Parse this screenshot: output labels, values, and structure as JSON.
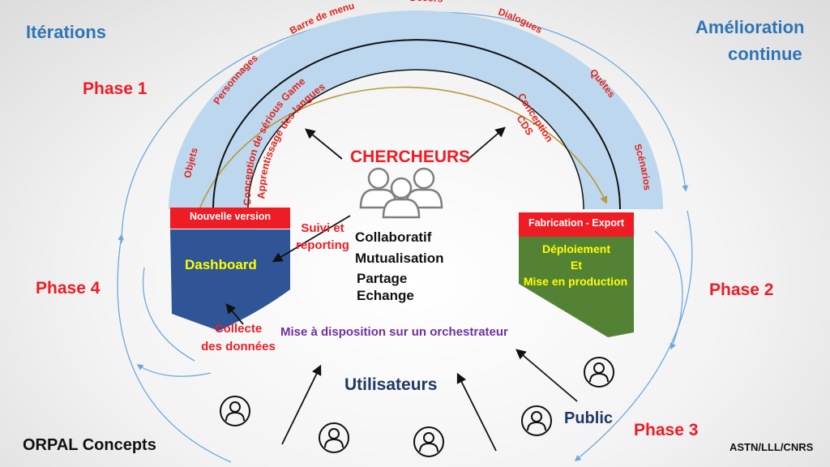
{
  "corners": {
    "top_left": "Itérations",
    "top_right_1": "Amélioration",
    "top_right_2": "continue",
    "bottom_left": "ORPAL Concepts",
    "bottom_right": "ASTN/LLL/CNRS"
  },
  "phases": {
    "phase1": "Phase 1",
    "phase2": "Phase 2",
    "phase3": "Phase 3",
    "phase4": "Phase 4"
  },
  "outer_arc_items": [
    "Objets",
    "Personnages",
    "Barre de menu",
    "Décors",
    "Dialogues",
    "Quêtes",
    "Scénarios"
  ],
  "inner_left": {
    "line1": "Conception de sérious Game",
    "line2": "Apprentissage des langues"
  },
  "inner_right": {
    "line1": "Conception",
    "line2": "CDS"
  },
  "left_block": {
    "header": "Nouvelle version",
    "body": "Dashboard"
  },
  "right_block": {
    "header": "Fabrication - Export",
    "line1": "Déploiement",
    "line2": "Et",
    "line3": "Mise en production"
  },
  "center": {
    "title": "CHERCHEURS",
    "suivi_1": "Suivi et",
    "suivi_2": "reporting",
    "kw1": "Collaboratif",
    "kw2": "Mutualisation",
    "kw3": "Partage",
    "kw4": "Echange"
  },
  "collecte": {
    "line1": "Collecte",
    "line2": "des données"
  },
  "orchestrateur": "Mise à disposition sur un orchestrateur",
  "utilisateurs": "Utilisateurs",
  "public": "Public",
  "colors": {
    "red": "#ee1c24",
    "blue_title": "#2e75b6",
    "dark_navy": "#1f3864",
    "arc_band": "#bdd7ee",
    "dashboard": "#2f5597",
    "deploy": "#548235",
    "yellow_text": "#ffff00",
    "purple": "#7030a0"
  }
}
